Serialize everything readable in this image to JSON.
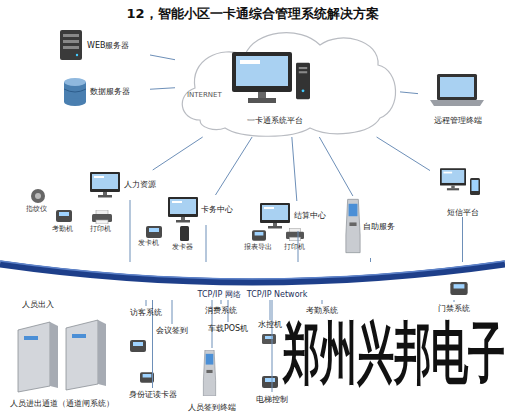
{
  "diagram": {
    "title": "12，智能小区一卡通综合管理系统解决方案",
    "nodes": [
      {
        "text": [
          "INTERNET"
        ]
      },
      {
        "text": [
          "一卡通系统平台"
        ],
        "in": 0
      },
      {
        "text": [
          "WEB服务器"
        ]
      },
      {
        "text": [
          "数据服务器"
        ]
      },
      {
        "text": [
          "远程管理终端"
        ]
      },
      {
        "text": [
          "人力资源"
        ]
      },
      {
        "text": [
          "卡务中心"
        ]
      },
      {
        "text": [
          "结算中心"
        ]
      },
      {
        "text": [
          "自助服务"
        ]
      },
      {
        "text": [
          "短信平台"
        ]
      },
      {
        "text": [
          "TCP/IP 网络",
          "TCP/IP Network"
        ]
      },
      {
        "text": [
          "人员出入",
          "人员进出通道（通道闸系统）"
        ]
      },
      {
        "text": [
          "访客系统"
        ]
      },
      {
        "text": [
          "会议签到"
        ]
      },
      {
        "text": [
          "身份证读卡器"
        ]
      },
      {
        "text": [
          "人员签到终端"
        ]
      },
      {
        "text": [
          "消费系统"
        ]
      },
      {
        "text": [
          "车载POS机"
        ]
      },
      {
        "text": [
          "水控机"
        ]
      },
      {
        "text": [
          "考勤系统"
        ]
      },
      {
        "text": [
          "电梯控制"
        ]
      },
      {
        "text": [
          "门禁系统"
        ]
      }
    ],
    "edges": [
      {
        "from": 0,
        "to": 2,
        "arrow": "none"
      },
      {
        "from": 0,
        "to": 3,
        "arrow": "none"
      },
      {
        "from": 0,
        "to": 4,
        "arrow": "none"
      },
      {
        "from": 0,
        "to": 5,
        "arrow": "none"
      },
      {
        "from": 0,
        "to": 6,
        "arrow": "none"
      },
      {
        "from": 0,
        "to": 7,
        "arrow": "none"
      },
      {
        "from": 0,
        "to": 8,
        "arrow": "none"
      },
      {
        "from": 0,
        "to": 9,
        "arrow": "none"
      },
      {
        "from": 5,
        "to": 10,
        "arrow": "none"
      },
      {
        "from": 6,
        "to": 10,
        "arrow": "none"
      },
      {
        "from": 7,
        "to": 10,
        "arrow": "none"
      },
      {
        "from": 8,
        "to": 10,
        "arrow": "none"
      },
      {
        "from": 9,
        "to": 10,
        "arrow": "none"
      },
      {
        "from": 10,
        "to": 11,
        "arrow": "none"
      },
      {
        "from": 10,
        "to": 12,
        "arrow": "none"
      },
      {
        "from": 10,
        "to": 13,
        "arrow": "none"
      },
      {
        "from": 10,
        "to": 14,
        "arrow": "none"
      },
      {
        "from": 10,
        "to": 15,
        "arrow": "none"
      },
      {
        "from": 10,
        "to": 16,
        "arrow": "none"
      },
      {
        "from": 10,
        "to": 17,
        "arrow": "none"
      },
      {
        "from": 10,
        "to": 18,
        "arrow": "none"
      },
      {
        "from": 10,
        "to": 19,
        "arrow": "none"
      },
      {
        "from": 10,
        "to": 20,
        "arrow": "none"
      },
      {
        "from": 10,
        "to": 21,
        "arrow": "none"
      }
    ],
    "labels": [
      "郑州兴邦电子",
      "指纹仪",
      "考勤机",
      "打印机",
      "发卡机",
      "发卡器",
      "报表导出",
      "打印机"
    ]
  }
}
